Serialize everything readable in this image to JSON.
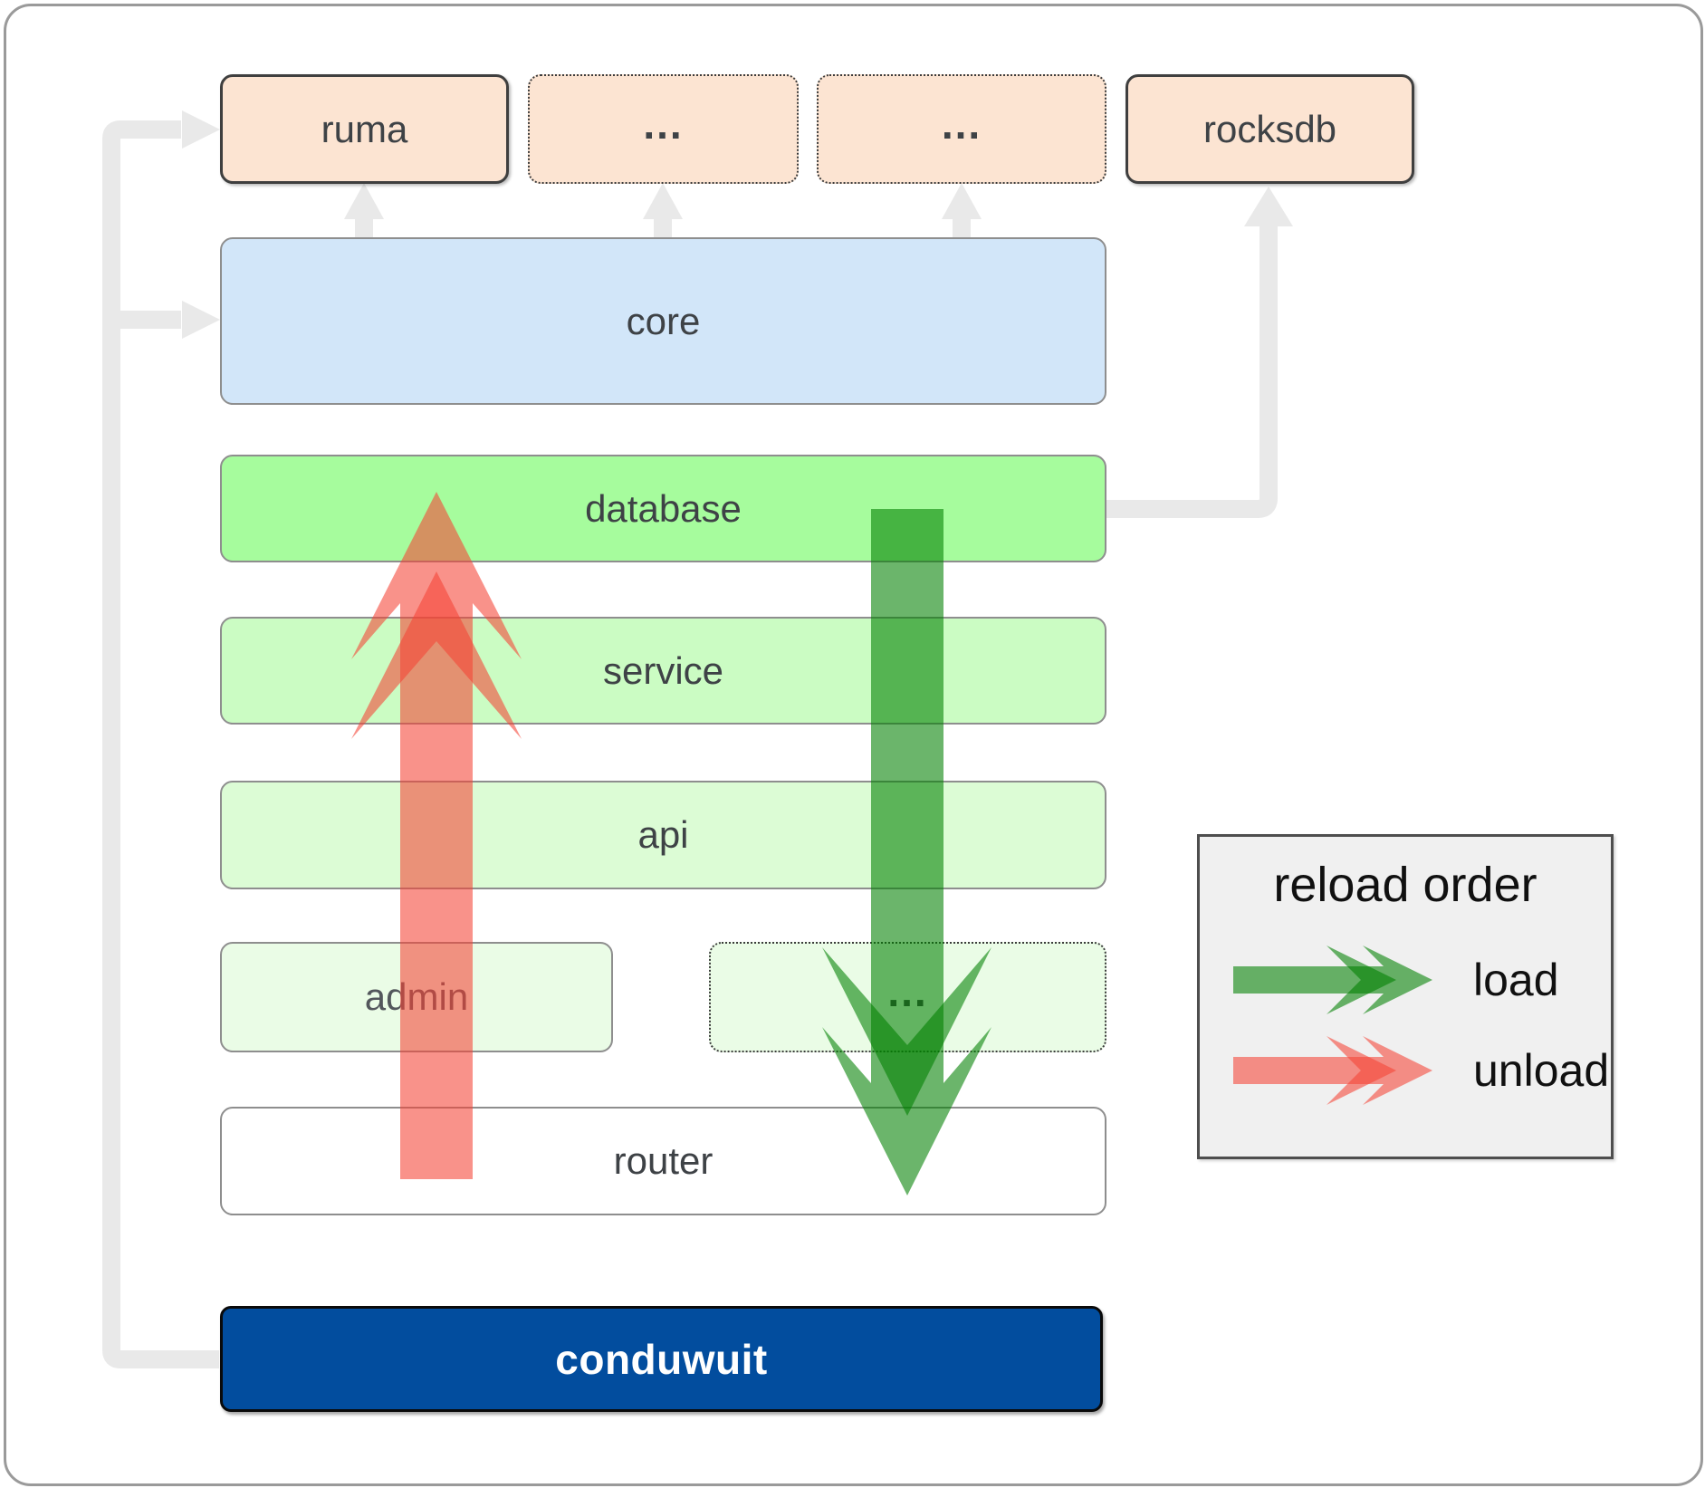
{
  "diagram": {
    "nodes": {
      "ruma": {
        "label": "ruma"
      },
      "dots1": {
        "label": "..."
      },
      "dots2": {
        "label": "..."
      },
      "rocksdb": {
        "label": "rocksdb"
      },
      "core": {
        "label": "core"
      },
      "database": {
        "label": "database"
      },
      "service": {
        "label": "service"
      },
      "api": {
        "label": "api"
      },
      "admin": {
        "label": "admin"
      },
      "dots3": {
        "label": "..."
      },
      "router": {
        "label": "router"
      },
      "conduwuit": {
        "label": "conduwuit"
      }
    },
    "legend": {
      "title": "reload order",
      "items": [
        {
          "label": "load",
          "arrow_icon": "load-arrow-icon",
          "color": "#008000"
        },
        {
          "label": "unload",
          "arrow_icon": "unload-arrow-icon",
          "color": "#f44336"
        }
      ]
    },
    "colors": {
      "peach": "#fce4d2",
      "core_blue": "#d2e6f9",
      "database_green": "#a6fc9d",
      "service_green": "#cbfcc3",
      "api_green": "#dcfcd5",
      "admin_green": "#eafce6",
      "conduwuit_blue": "#024d9e",
      "connector_gray": "#e9e9e9",
      "load_green": "#008000",
      "unload_red": "#f44336",
      "legend_bg": "#f0f0f0"
    }
  }
}
